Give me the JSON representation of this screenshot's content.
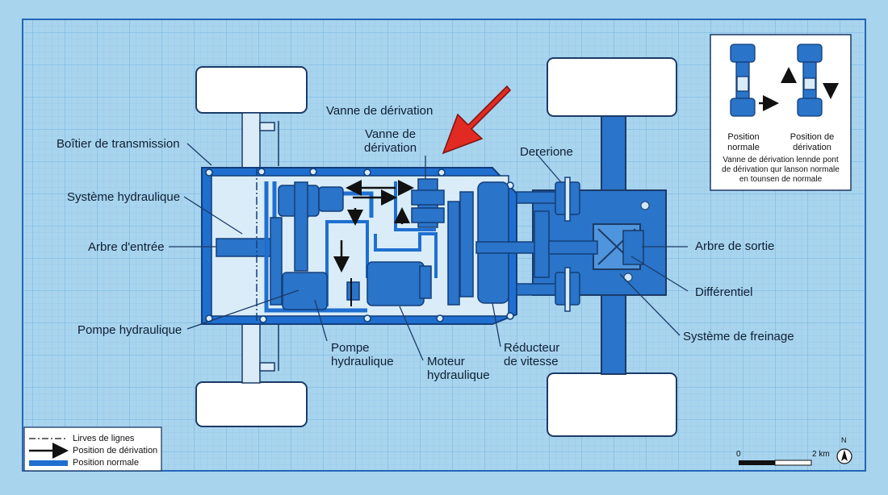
{
  "labels": {
    "boitier": "Boîtier de transmission",
    "systeme_hydraulique": "Système hydraulique",
    "arbre_entree": "Arbre d'entrée",
    "pompe_hydraulique_left": "Pompe hydraulique",
    "vanne_top": "Vanne de dérivation",
    "vanne_inner": "Vanne de\ndérivation",
    "dererione": "Dererione",
    "arbre_sortie": "Arbre de sortie",
    "differentiel": "Différentiel",
    "systeme_freinage": "Système de freinage",
    "pompe_hydraulique_bottom": "Pompe\nhydraulique",
    "moteur_hydraulique": "Moteur\nhydraulique",
    "reducteur": "Réducteur\nde vitesse"
  },
  "inset": {
    "position_normale": "Position\nnormale",
    "position_derivation": "Position de\ndérivation",
    "caption": "Vanne de dérivation lennde pont\nde dérivation qur lanson normale\nen tounsen de normale"
  },
  "legend": {
    "items": [
      {
        "label": "Lirves de lignes",
        "style": "dash-dot"
      },
      {
        "label": "Position de dérivation",
        "style": "arrow"
      },
      {
        "label": "Position normale",
        "style": "bar"
      }
    ]
  },
  "scale": {
    "start": "0",
    "end": "2 km",
    "north": "N"
  },
  "colors": {
    "background": "#a9d4ee",
    "grid": "#7fbde3",
    "housing": "#1f6fd0",
    "component": "#2a74c9",
    "line": "#1a1a1a",
    "arrow_red": "#e02a22"
  }
}
